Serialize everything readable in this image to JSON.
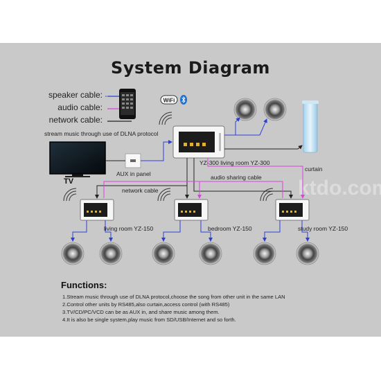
{
  "title": "System Diagram",
  "legend": [
    {
      "label": "speaker cable:",
      "color": "#2a3fd8"
    },
    {
      "label": "audio cable:",
      "color": "#e040e0"
    },
    {
      "label": "network cable:",
      "color": "#222222"
    }
  ],
  "badges": {
    "wifi": "WiFi"
  },
  "labels": {
    "dlna": "stream music through use of DLNA protocol",
    "tv": "TV",
    "aux_panel": "AUX in panel",
    "network_cable": "network cable",
    "audio_sharing": "audio sharing cable",
    "main_unit": "YZ-300 living room YZ-300",
    "curtain": "curtain",
    "unit_living": "living room YZ-150",
    "unit_bedroom": "bedroom YZ-150",
    "unit_study": "study room YZ-150"
  },
  "watermark": "ktdo.com",
  "functions": {
    "title": "Functions:",
    "items": [
      "1.Stream music through use of DLNA protocol,choose the song from other unit in the same LAN",
      "2.Control other units by RS485,also curtain,access control (with RS485)",
      "3.TV/CD/PC/VCD can be as AUX in, and share music among them.",
      "4.It is also be single system,play music from SD/USB/Internet and so forth."
    ]
  },
  "colors": {
    "speaker": "#2a3fd8",
    "audio": "#e040e0",
    "network": "#222222",
    "panel": "#c9c9c9"
  }
}
